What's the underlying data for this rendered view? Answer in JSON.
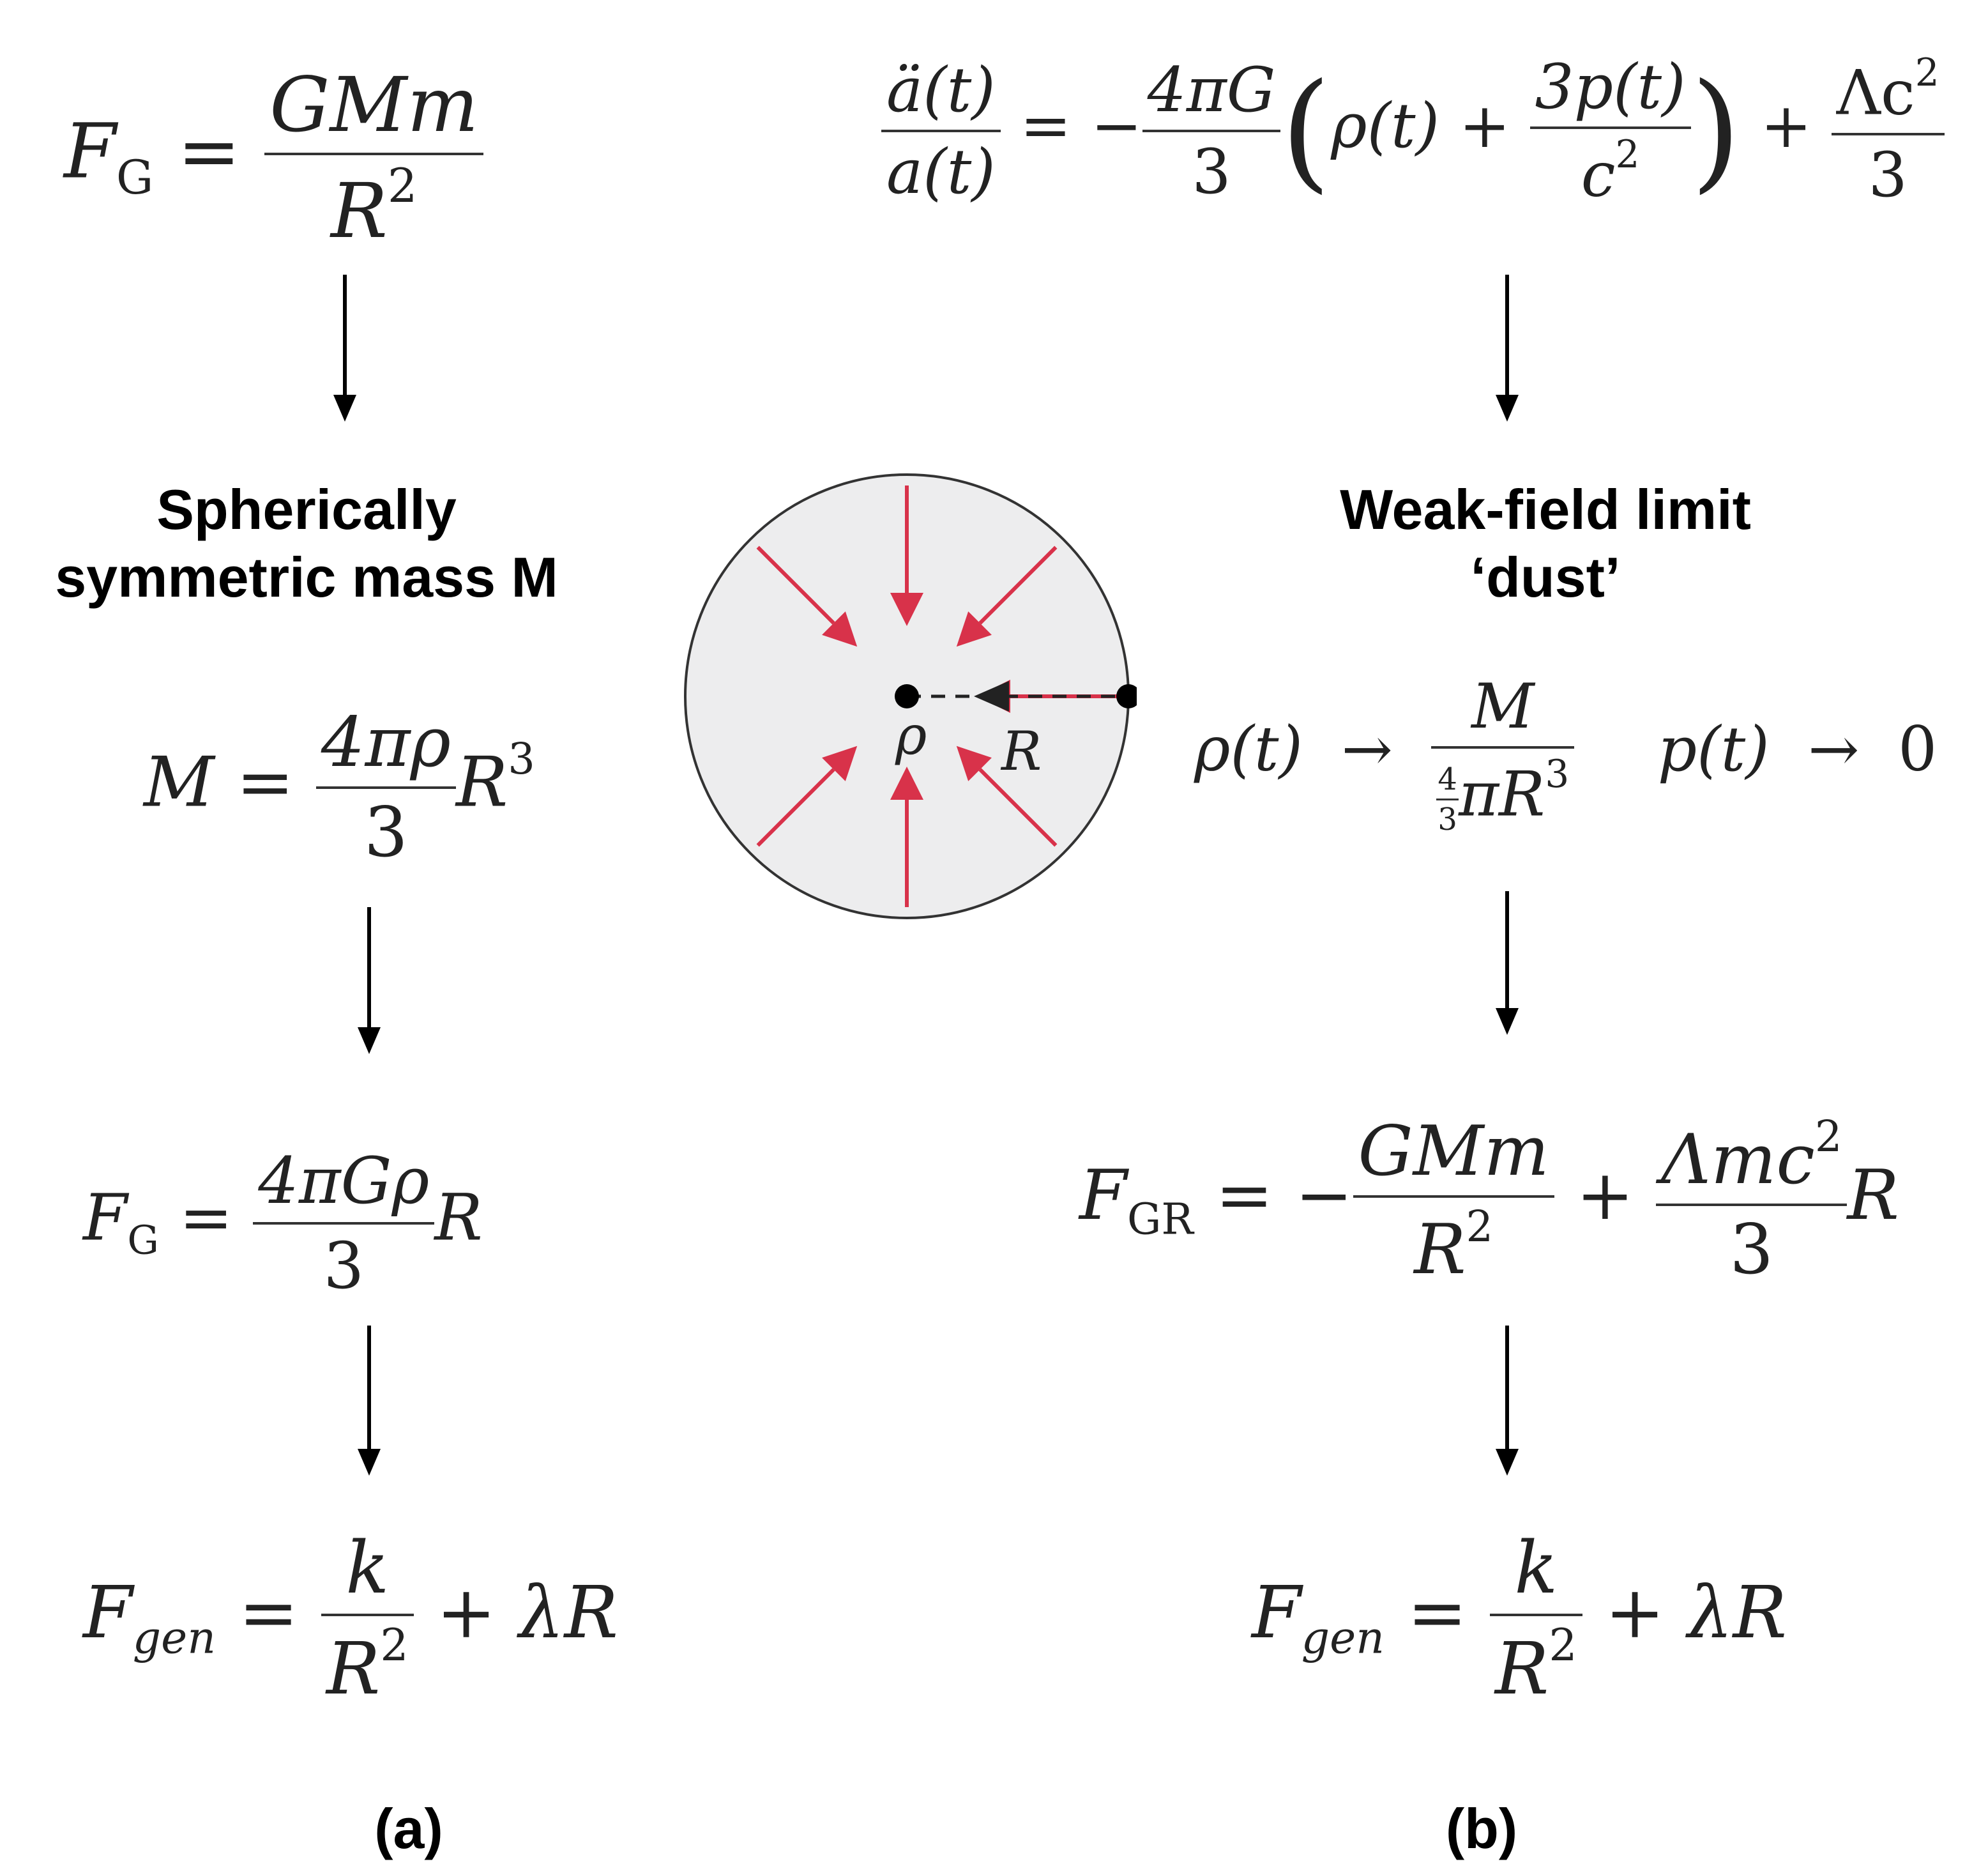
{
  "panel_a": {
    "eq1": {
      "lhs": "F",
      "lhs_sub": "G",
      "num": "GMm",
      "den": "R",
      "den_sup": "2"
    },
    "label": "Spherically symmetric mass M",
    "eq2": {
      "lhs": "M",
      "num": "4πρ",
      "den": "3",
      "tail": "R",
      "tail_sup": "3"
    },
    "eq3": {
      "lhs": "F",
      "lhs_sub": "G",
      "num": "4πGρ",
      "den": "3",
      "tail": "R"
    },
    "eq4": {
      "lhs": "F",
      "lhs_sub": "gen",
      "num": "k",
      "den": "R",
      "den_sup": "2",
      "tail": "+ λR"
    },
    "caption": "(a)"
  },
  "panel_b": {
    "eq1": {
      "num1": "ä(t)",
      "den1": "a(t)",
      "num2": "4πG",
      "den2": "3",
      "inner1": "ρ(t) +",
      "num3": "3p(t)",
      "den3": "c",
      "den3_sup": "2",
      "num4": "Λc",
      "num4_sup": "2",
      "den4": "3"
    },
    "label_line1": "Weak-field limit",
    "label_line2": "‘dust’",
    "limit": {
      "rho": "ρ(t)",
      "num": "M",
      "den_frac_num": "4",
      "den_frac_den": "3",
      "den_tail": "πR",
      "den_sup": "3",
      "p": "p(t)",
      "zero": "0",
      "arrow": "→"
    },
    "eq3": {
      "lhs": "F",
      "lhs_sub": "GR",
      "num1": "GMm",
      "den1": "R",
      "den1_sup": "2",
      "num2": "Λmc",
      "num2_sup": "2",
      "den2": "3",
      "tail": "R"
    },
    "eq4": {
      "lhs": "F",
      "lhs_sub": "gen",
      "num": "k",
      "den": "R",
      "den_sup": "2",
      "tail": "+ λR"
    },
    "caption": "(b)"
  },
  "sphere": {
    "center_label": "ρ",
    "radius_label": "R",
    "fill": "#ededee",
    "arrow_color": "#d8324a"
  }
}
